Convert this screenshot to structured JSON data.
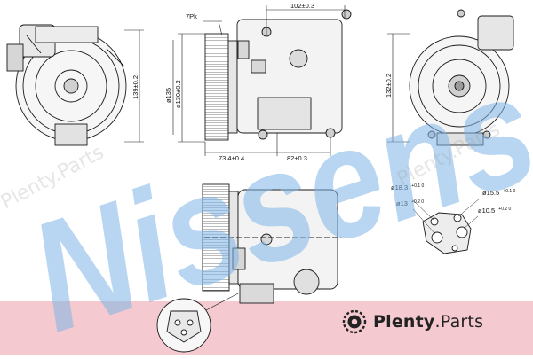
{
  "dimensions": {
    "belt": "7Pk",
    "top_width": "102±0.3",
    "left_height": "139±0.2",
    "pulley_outer": "ø135",
    "pulley_inner": "ø130±0.2",
    "offset_left": "73.4±0.4",
    "offset_right": "82±0.3",
    "right_height": "132±0.2",
    "port_a_main": "ø18.3",
    "port_a_tol": "+0.1 0",
    "port_b_main": "ø13",
    "port_b_tol": "+0.2 0",
    "port_c_main": "ø15.5",
    "port_c_tol": "+0.1 0",
    "port_d_main": "ø10.5",
    "port_d_tol": "+0.2 0"
  },
  "brand": {
    "name_bold": "Plenty",
    "name_rest": ".Parts",
    "logo_icon": "gear-sun-icon"
  },
  "watermark": {
    "large": "Nissens",
    "small": "Plenty.Parts"
  },
  "colors": {
    "watermark_blue": "#7eb4e6",
    "band_pink": "#f4c9cf",
    "ink": "#1a1a1a"
  }
}
